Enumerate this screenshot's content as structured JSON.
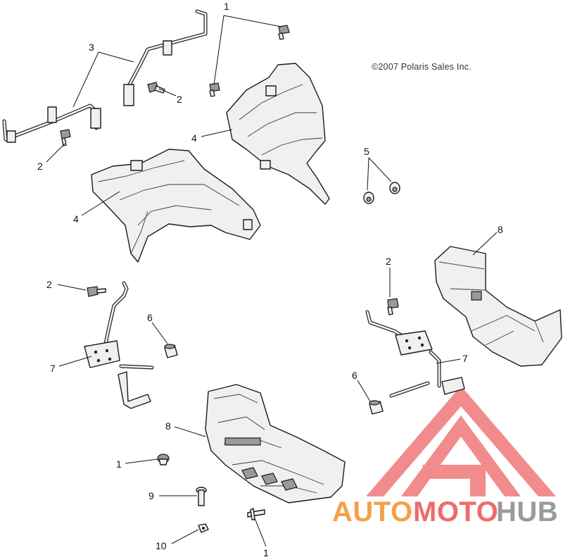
{
  "diagram": {
    "copyright": "©2007 Polaris Sales Inc.",
    "callouts": [
      "1",
      "2",
      "3",
      "4",
      "5",
      "6",
      "7",
      "8",
      "9",
      "10"
    ]
  },
  "watermark": {
    "text_part1": "AUTO",
    "text_part2": "MOTO",
    "text_part3": "HUB",
    "color_orange": "#f2a14a",
    "color_red": "#ef6b6b",
    "color_gray": "#9a9a9a"
  }
}
